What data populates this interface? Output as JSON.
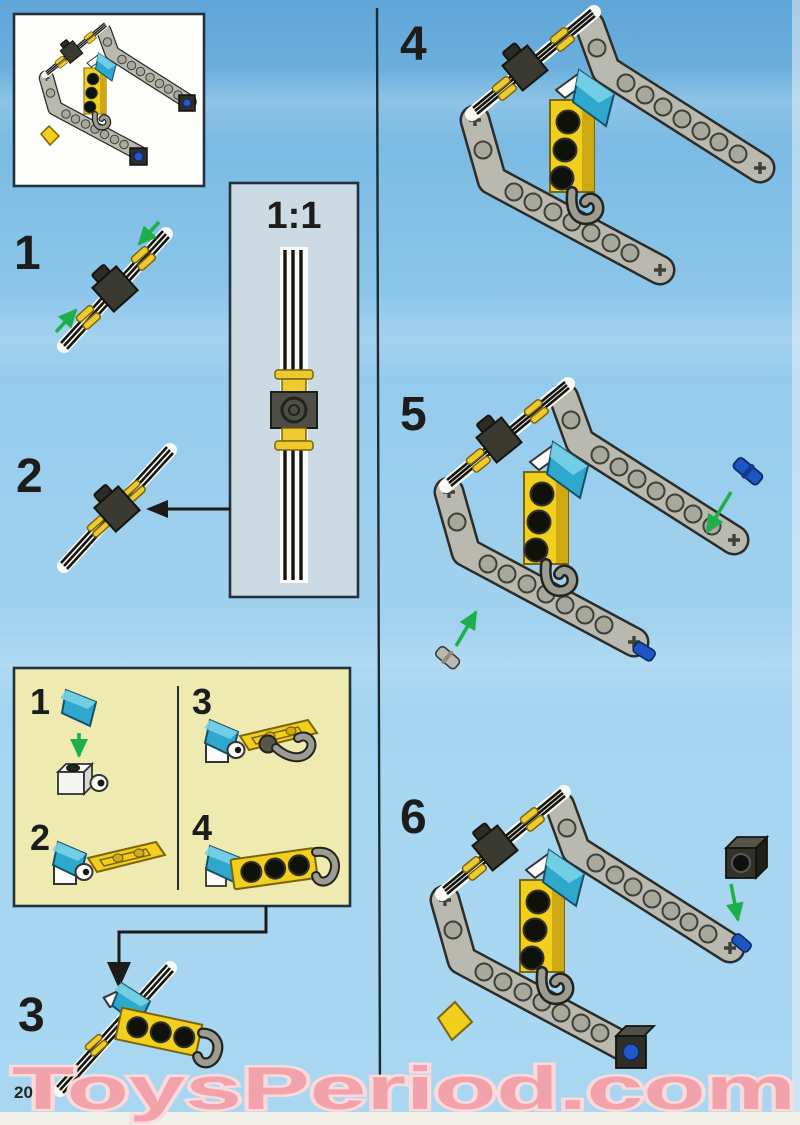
{
  "page": {
    "number": "20",
    "watermark": "ToysPeriod.com"
  },
  "scale_box": {
    "label": "1:1"
  },
  "steps": [
    {
      "label": "1"
    },
    {
      "label": "2"
    },
    {
      "label": "3"
    },
    {
      "label": "4"
    },
    {
      "label": "5"
    },
    {
      "label": "6"
    }
  ],
  "substeps": [
    {
      "label": "1"
    },
    {
      "label": "2"
    },
    {
      "label": "3"
    },
    {
      "label": "4"
    }
  ],
  "colors": {
    "sky_top": "#5fa5d8",
    "sky_bottom": "#a9d7f1",
    "beam_gray": "#b9b9af",
    "lego_yellow": "#f2cf1d",
    "trans_blue": "#2ea8cc",
    "pin_blue": "#1d55c2",
    "arrow_green": "#1faf4a",
    "panel_yellow": "#eeeab0",
    "scale_panel_blue": "#ccdbe3",
    "watermark_pink": "#f2a2aa"
  }
}
